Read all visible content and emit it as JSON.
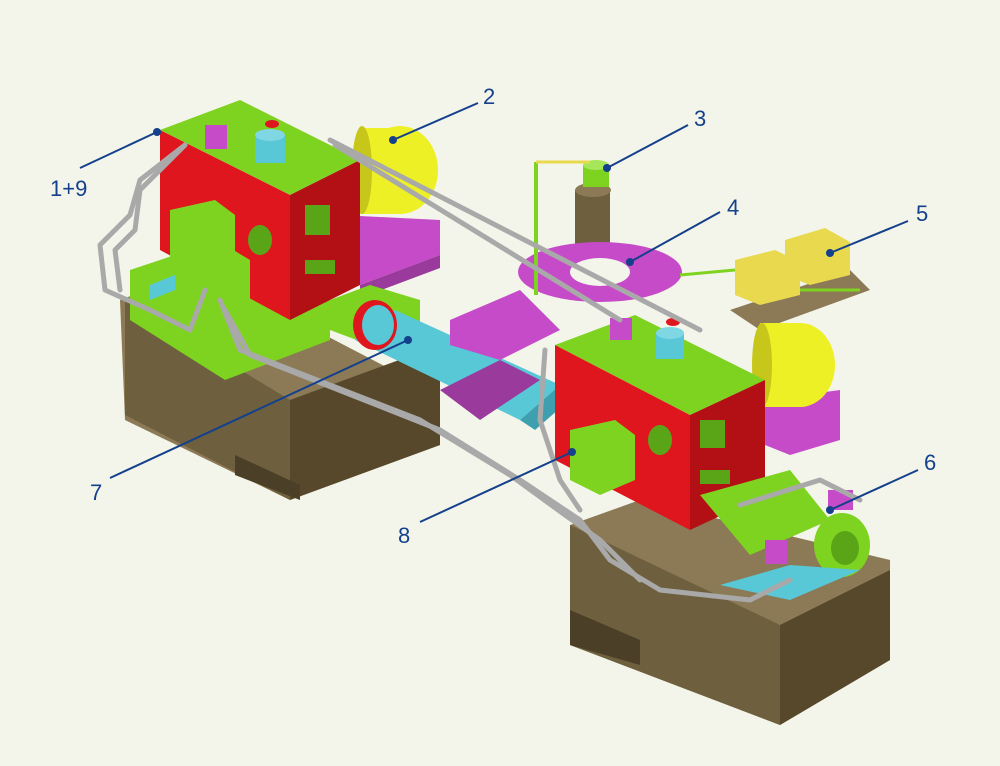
{
  "colors": {
    "background": "#f3f5ea",
    "callout": "#14408c",
    "foundation_top": "#8b7a55",
    "foundation_front": "#6e5f3e",
    "foundation_side": "#57482c",
    "housing_red": "#e0161e",
    "housing_red_dark": "#b31016",
    "green": "#7ed320",
    "green_dark": "#5aa417",
    "magenta": "#c64bc8",
    "magenta_dark": "#9a3a9c",
    "yellow": "#eef026",
    "yellow_dark": "#c7c61b",
    "cyan": "#58c7d6",
    "cyan_dark": "#3ea0ae",
    "pipe": "#a9a9a9",
    "khaki": "#e8d94f"
  },
  "callouts": [
    {
      "id": "1+9",
      "label": "1+9"
    },
    {
      "id": "2",
      "label": "2"
    },
    {
      "id": "3",
      "label": "3"
    },
    {
      "id": "4",
      "label": "4"
    },
    {
      "id": "5",
      "label": "5"
    },
    {
      "id": "6",
      "label": "6"
    },
    {
      "id": "7",
      "label": "7"
    },
    {
      "id": "8",
      "label": "8"
    }
  ]
}
